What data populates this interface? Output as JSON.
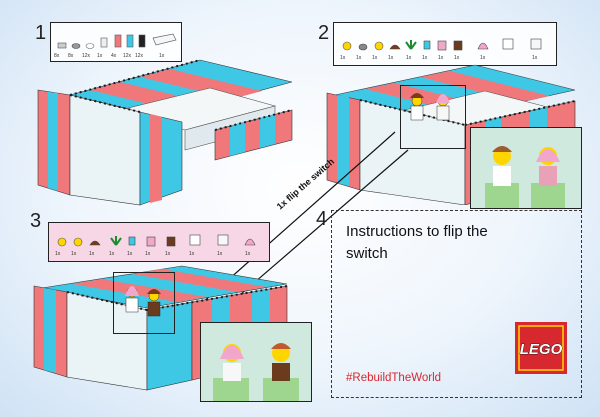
{
  "steps": [
    {
      "number": "1",
      "quantities": [
        "8x",
        "8x",
        "12x",
        "1x",
        "4x",
        "12x",
        "12x",
        "1x"
      ]
    },
    {
      "number": "2",
      "quantities": [
        "1x",
        "1x",
        "1x",
        "1x",
        "1x",
        "1x",
        "1x",
        "1x",
        "1x",
        "1x"
      ]
    },
    {
      "number": "3",
      "quantities": [
        "1x",
        "1x",
        "1x",
        "1x",
        "1x",
        "1x",
        "1x",
        "1x",
        "1x",
        "1x"
      ]
    },
    {
      "number": "4"
    }
  ],
  "flip_label": "1x flip the switch",
  "instructions_text": "Instructions to flip the switch",
  "instructions_line1": "Instructions to flip the",
  "instructions_line2": "switch",
  "hashtag": "#RebuildTheWorld",
  "logo_text": "LEGO",
  "colors": {
    "brick_pink": "#f0787a",
    "brick_cyan": "#3fc8e6",
    "brick_black": "#1b1b1b",
    "glass": "#eaf3f6",
    "bath_white": "#f4f7f8",
    "lego_red": "#d8282f",
    "lego_yellow": "#ffd500",
    "hashtag_red": "#d8282f",
    "parts_pink": "#f7d6e6"
  },
  "icons": [
    "flat-tile-icon",
    "stud-icon",
    "brick-icon",
    "bathtub-icon",
    "minifig-head-icon",
    "hair-icon",
    "plant-icon",
    "cup-icon",
    "torso-icon"
  ]
}
